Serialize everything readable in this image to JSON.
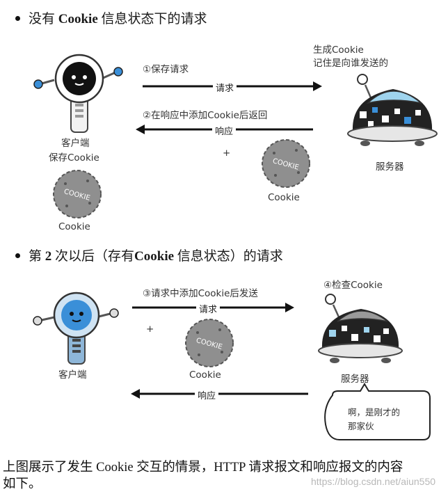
{
  "section1": {
    "bullet_prefix": "没有",
    "bullet_bold": "Cookie",
    "bullet_suffix": "信息状态下的请求",
    "step1": "①保存请求",
    "request_label": "请求",
    "step2": "②在响应中添加Cookie后返回",
    "response_label": "响应",
    "plus": "+",
    "server_note_line1": "生成Cookie",
    "server_note_line2": "记住是向谁发送的",
    "client_label": "客户端",
    "client_save_label": "保存Cookie",
    "cookie_label_client": "Cookie",
    "cookie_label_middle": "Cookie",
    "server_label": "服务器"
  },
  "section2": {
    "bullet_prefix": "第",
    "bullet_bold": "2",
    "bullet_middle": "次以后（存有",
    "bullet_bold2": "Cookie",
    "bullet_suffix": "信息状态）的请求",
    "step3": "③请求中添加Cookie后发送",
    "request_label": "请求",
    "plus": "+",
    "cookie_label": "Cookie",
    "step4": "④检查Cookie",
    "response_label": "响应",
    "client_label": "客户端",
    "server_label": "服务器",
    "bubble_line1": "啊，是刚才的",
    "bubble_line2": "那家伙"
  },
  "cookie_text": "COOKIE",
  "paragraph": {
    "line1": "上图展示了发生 Cookie 交互的情景，HTTP 请求报文和响应报文的内容",
    "line2": "如下。"
  },
  "watermark": "https://blog.csdn.net/aiun550",
  "colors": {
    "client1_face": "#111111",
    "client2_face": "#3a8fd8",
    "server_body": "#222222",
    "server_dome": "#9fd4ee",
    "cookie": "#8f8f8f",
    "arrow": "#111111"
  }
}
